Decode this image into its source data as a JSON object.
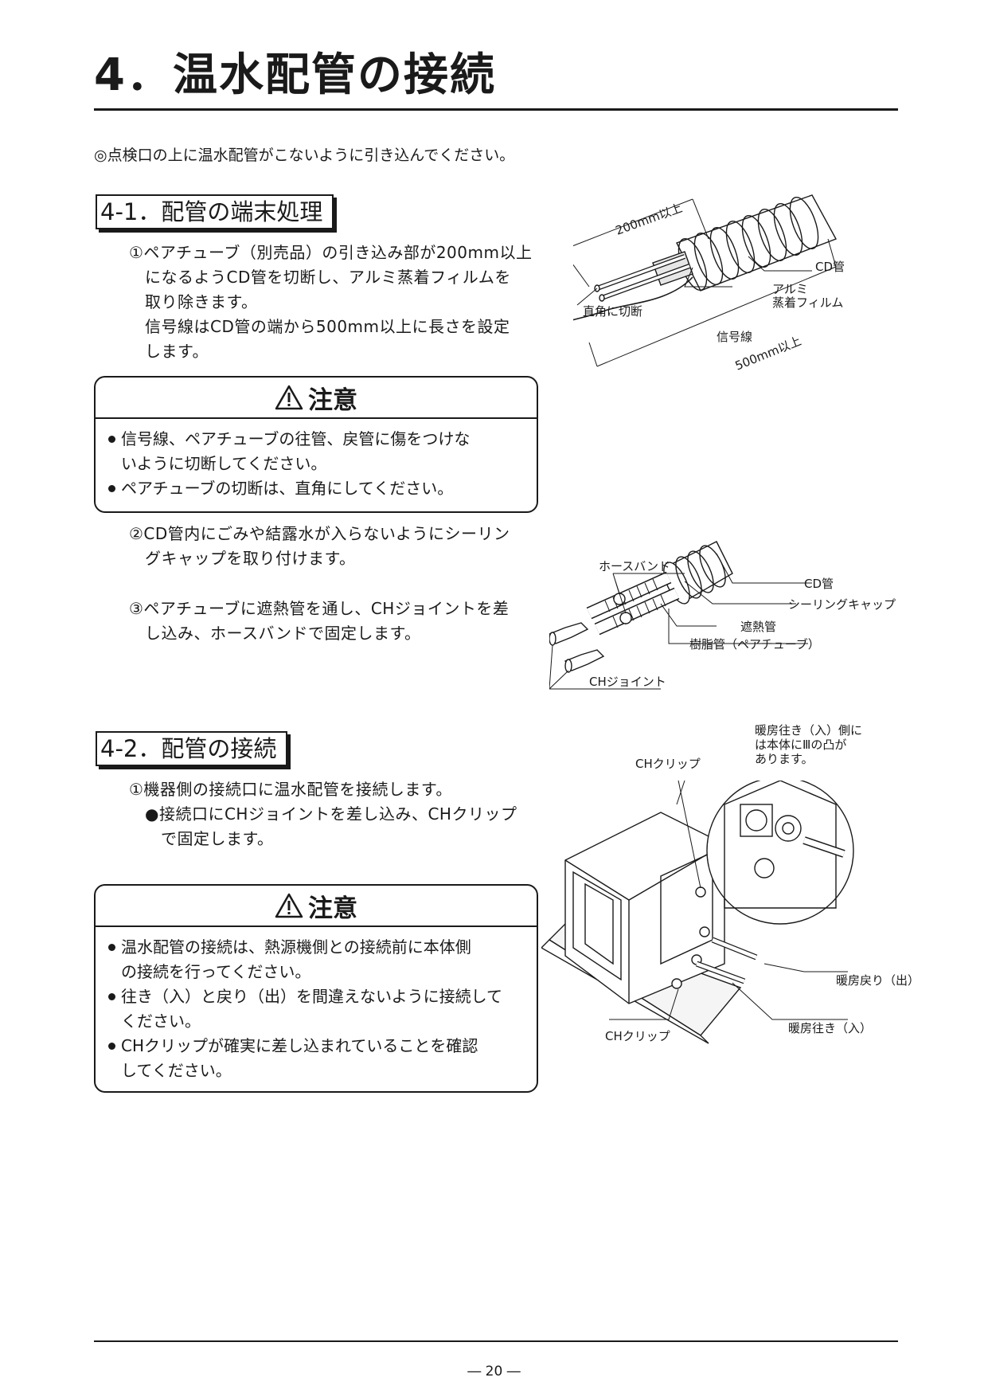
{
  "page": {
    "title": "4．温水配管の接続",
    "intro": "◎点検口の上に温水配管がこないように引き込んでください。",
    "page_number": "― 20 ―"
  },
  "section1": {
    "heading": "4-1．配管の端末処理",
    "step1_line1": "①ペアチューブ（別売品）の引き込み部が200mm以上",
    "step1_line2": "になるようCD管を切断し、アルミ蒸着フィルムを",
    "step1_line3": "取り除きます。",
    "step1_line4": "信号線はCD管の端から500mm以上に長さを設定",
    "step1_line5": "します。",
    "caution_title": "注意",
    "caution_item1_line1": "信号線、ペアチューブの往管、戻管に傷をつけな",
    "caution_item1_line2": "いように切断してください。",
    "caution_item2": "ペアチューブの切断は、直角にしてください。",
    "step2_line1": "②CD管内にごみや結露水が入らないようにシーリン",
    "step2_line2": "グキャップを取り付けます。",
    "step3_line1": "③ペアチューブに遮熱管を通し、CHジョイントを差",
    "step3_line2": "し込み、ホースバンドで固定します。"
  },
  "figure1": {
    "dim_200": "200mm以上",
    "cd_pipe": "CD管",
    "alumi1": "アルミ",
    "alumi2": "蒸着フィルム",
    "cut_square": "直角に切断",
    "signal_line": "信号線",
    "dim_500": "500mm以上"
  },
  "figure2": {
    "hose_band": "ホースバンド",
    "cd_pipe": "CD管",
    "sealing_cap": "シーリングキャップ",
    "heat_shield": "遮熱管",
    "resin_pipe": "樹脂管（ペアチューブ）",
    "ch_joint": "CHジョイント"
  },
  "section2": {
    "heading": "4-2．配管の接続",
    "step1": "①機器側の接続口に温水配管を接続します。",
    "bullet_line1": "●接続口にCHジョイントを差し込み、CHクリップ",
    "bullet_line2": "で固定します。",
    "caution_title": "注意",
    "caution_item1_line1": "温水配管の接続は、熱源機側との接続前に本体側",
    "caution_item1_line2": "の接続を行ってください。",
    "caution_item2_line1": "往き（入）と戻り（出）を間違えないように接続して",
    "caution_item2_line2": "ください。",
    "caution_item3_line1": "CHクリップが確実に差し込まれていることを確認",
    "caution_item3_line2": "してください。"
  },
  "figure3": {
    "ch_clip_top": "CHクリップ",
    "note_line1": "暖房往き（入）側に",
    "note_line2": "は本体にⅢの凸が",
    "note_line3": "あります。",
    "return_out": "暖房戻り（出）",
    "supply_in": "暖房往き（入）",
    "ch_clip_bottom": "CHクリップ"
  }
}
